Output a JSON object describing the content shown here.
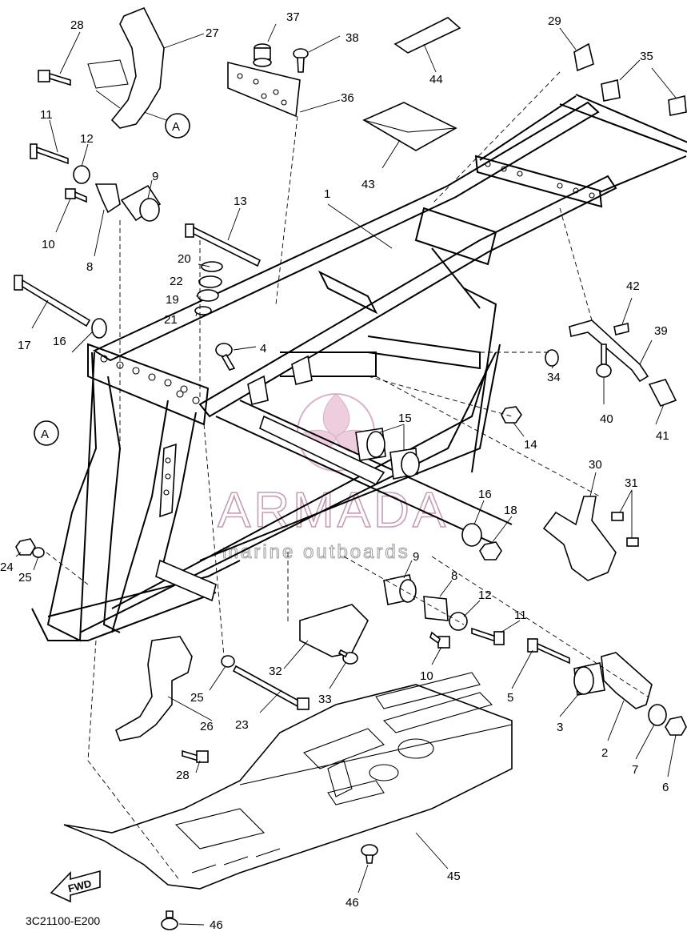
{
  "drawing": {
    "code": "3C21100-E200",
    "fwd_label": "FWD",
    "view_marker": "A"
  },
  "watermark": {
    "brand": "ARMADA",
    "tagline": "marine outboards"
  },
  "callouts": [
    {
      "id": "c-1",
      "text": "1"
    },
    {
      "id": "c-2",
      "text": "2"
    },
    {
      "id": "c-3",
      "text": "3"
    },
    {
      "id": "c-4",
      "text": "4"
    },
    {
      "id": "c-5",
      "text": "5"
    },
    {
      "id": "c-6",
      "text": "6"
    },
    {
      "id": "c-7",
      "text": "7"
    },
    {
      "id": "c-8a",
      "text": "8"
    },
    {
      "id": "c-8b",
      "text": "8"
    },
    {
      "id": "c-9a",
      "text": "9"
    },
    {
      "id": "c-9b",
      "text": "9"
    },
    {
      "id": "c-10a",
      "text": "10"
    },
    {
      "id": "c-10b",
      "text": "10"
    },
    {
      "id": "c-11a",
      "text": "11"
    },
    {
      "id": "c-11b",
      "text": "11"
    },
    {
      "id": "c-12a",
      "text": "12"
    },
    {
      "id": "c-12b",
      "text": "12"
    },
    {
      "id": "c-13",
      "text": "13"
    },
    {
      "id": "c-14",
      "text": "14"
    },
    {
      "id": "c-15",
      "text": "15"
    },
    {
      "id": "c-16a",
      "text": "16"
    },
    {
      "id": "c-16b",
      "text": "16"
    },
    {
      "id": "c-17",
      "text": "17"
    },
    {
      "id": "c-18",
      "text": "18"
    },
    {
      "id": "c-19",
      "text": "19"
    },
    {
      "id": "c-20",
      "text": "20"
    },
    {
      "id": "c-21",
      "text": "21"
    },
    {
      "id": "c-22",
      "text": "22"
    },
    {
      "id": "c-23",
      "text": "23"
    },
    {
      "id": "c-24",
      "text": "24"
    },
    {
      "id": "c-25a",
      "text": "25"
    },
    {
      "id": "c-25b",
      "text": "25"
    },
    {
      "id": "c-26",
      "text": "26"
    },
    {
      "id": "c-27",
      "text": "27"
    },
    {
      "id": "c-28a",
      "text": "28"
    },
    {
      "id": "c-28b",
      "text": "28"
    },
    {
      "id": "c-29",
      "text": "29"
    },
    {
      "id": "c-30",
      "text": "30"
    },
    {
      "id": "c-31",
      "text": "31"
    },
    {
      "id": "c-32",
      "text": "32"
    },
    {
      "id": "c-33",
      "text": "33"
    },
    {
      "id": "c-34",
      "text": "34"
    },
    {
      "id": "c-35",
      "text": "35"
    },
    {
      "id": "c-36",
      "text": "36"
    },
    {
      "id": "c-37",
      "text": "37"
    },
    {
      "id": "c-38",
      "text": "38"
    },
    {
      "id": "c-39",
      "text": "39"
    },
    {
      "id": "c-40",
      "text": "40"
    },
    {
      "id": "c-41",
      "text": "41"
    },
    {
      "id": "c-42",
      "text": "42"
    },
    {
      "id": "c-43",
      "text": "43"
    },
    {
      "id": "c-44",
      "text": "44"
    },
    {
      "id": "c-45",
      "text": "45"
    },
    {
      "id": "c-46a",
      "text": "46"
    },
    {
      "id": "c-46b",
      "text": "46"
    }
  ]
}
